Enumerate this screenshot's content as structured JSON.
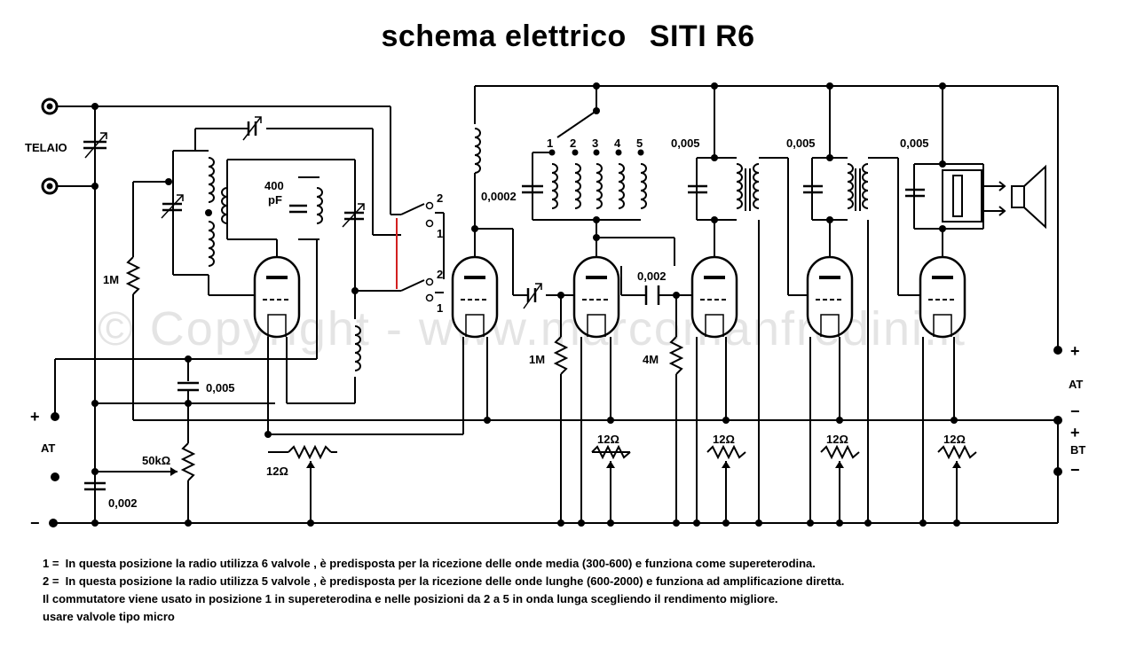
{
  "title": {
    "main": "schema elettrico",
    "model": "SITI R6"
  },
  "watermark": "© Copyright - www.marcomanfredini.it",
  "labels": {
    "telaio": "TELAIO",
    "at_left": "AT",
    "at_right": "AT",
    "bt": "BT",
    "plus": "+",
    "minus": "−",
    "r_1m_left": "1M",
    "r_1m_mid": "1M",
    "r_4m": "4M",
    "c_400": "400",
    "c_400_unit": "pF",
    "c_0005_left": "0,005",
    "c_0002_bottom": "0,002",
    "pot_50k": "50kΩ",
    "c_00002": "0,0002",
    "c_0002_mid": "0,002",
    "c_0005_a": "0,005",
    "c_0005_b": "0,005",
    "c_0005_c": "0,005",
    "r_12_1": "12Ω",
    "r_12_2": "12Ω",
    "r_12_3": "12Ω",
    "r_12_4": "12Ω",
    "r_12_5": "12Ω",
    "sw_top_2": "2",
    "sw_top_1": "1",
    "sw_bot_2": "2",
    "sw_bot_1": "1",
    "sel_1": "1",
    "sel_2": "2",
    "sel_3": "3",
    "sel_4": "4",
    "sel_5": "5"
  },
  "notes": [
    "1 =  In questa posizione la radio utilizza 6 valvole , è predisposta per la ricezione delle onde media (300-600) e funziona come supereterodina.",
    "2 =  In questa posizione la radio utilizza 5 valvole , è predisposta per la ricezione delle onde lunghe (600-2000) e funziona ad amplificazione diretta.",
    "Il commutatore viene usato in posizione 1 in supereterodina e nelle posizioni da 2 a 5 in onda lunga scegliendo il rendimento migliore.",
    "usare valvole tipo micro"
  ],
  "colors": {
    "ink": "#000000",
    "switch_link": "#d21f1f",
    "watermark": "#cfcfcf"
  }
}
